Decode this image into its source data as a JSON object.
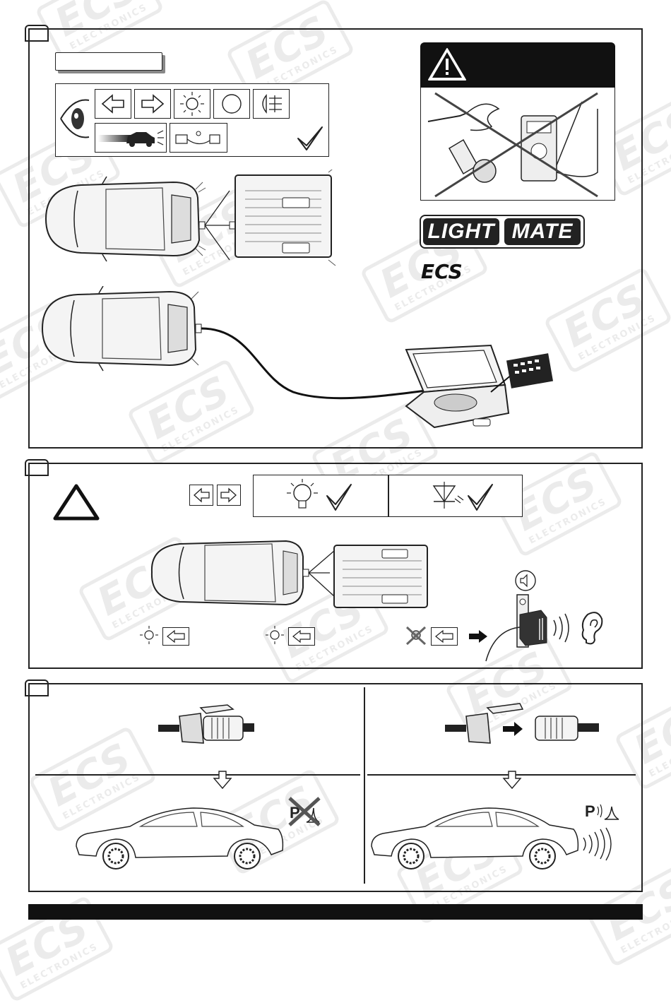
{
  "logos": {
    "lightmate_left": "LIGHT",
    "lightmate_right": "MATE",
    "ecs": "ECS"
  },
  "watermark": {
    "brand": "ECS",
    "sub": "ELECTRONICS"
  },
  "icons": {
    "eye": "eye-icon",
    "arrow_left": "arrow-left-icon",
    "arrow_right": "arrow-right-icon",
    "brake_light": "brake-light-icon",
    "tail_light": "tail-light-icon",
    "fog_light": "fog-light-icon",
    "check": "checkmark-icon",
    "warning": "warning-triangle-icon",
    "speaker": "speaker-icon",
    "ear": "ear-icon",
    "parking_sensor": "parking-sensor-icon"
  },
  "colors": {
    "line": "#222222",
    "panel_bg": "#ffffff",
    "warning_bg": "#111111",
    "footer": "#111111"
  }
}
